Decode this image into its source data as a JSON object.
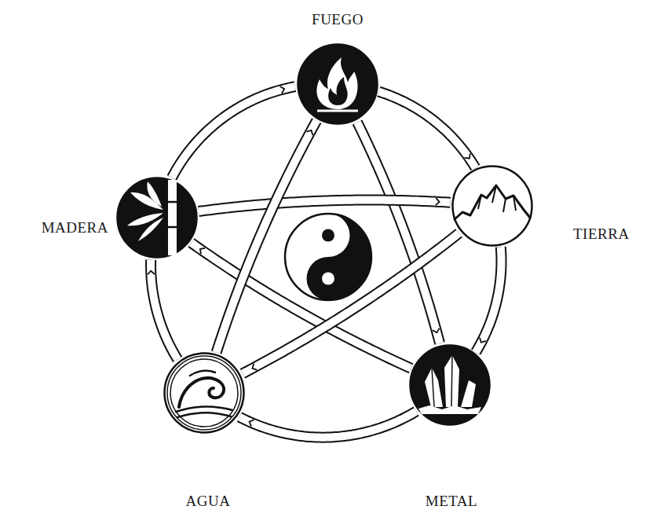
{
  "diagram": {
    "nodes": [
      {
        "text": [
          "FUEGO"
        ]
      },
      {
        "text": [
          "TIERRA"
        ]
      },
      {
        "text": [
          "METAL"
        ]
      },
      {
        "text": [
          "AGUA"
        ]
      },
      {
        "text": [
          "MADERA"
        ]
      }
    ],
    "edges": [
      {
        "from": 4,
        "to": 0,
        "arrow": "to"
      },
      {
        "from": 0,
        "to": 1,
        "arrow": "to"
      },
      {
        "from": 1,
        "to": 2,
        "arrow": "to"
      },
      {
        "from": 2,
        "to": 3,
        "arrow": "to"
      },
      {
        "from": 3,
        "to": 4,
        "arrow": "to"
      },
      {
        "from": 0,
        "to": 2,
        "arrow": "to"
      },
      {
        "from": 2,
        "to": 4,
        "arrow": "to"
      },
      {
        "from": 4,
        "to": 1,
        "arrow": "to"
      },
      {
        "from": 1,
        "to": 3,
        "arrow": "to"
      },
      {
        "from": 3,
        "to": 0,
        "arrow": "to"
      }
    ]
  }
}
